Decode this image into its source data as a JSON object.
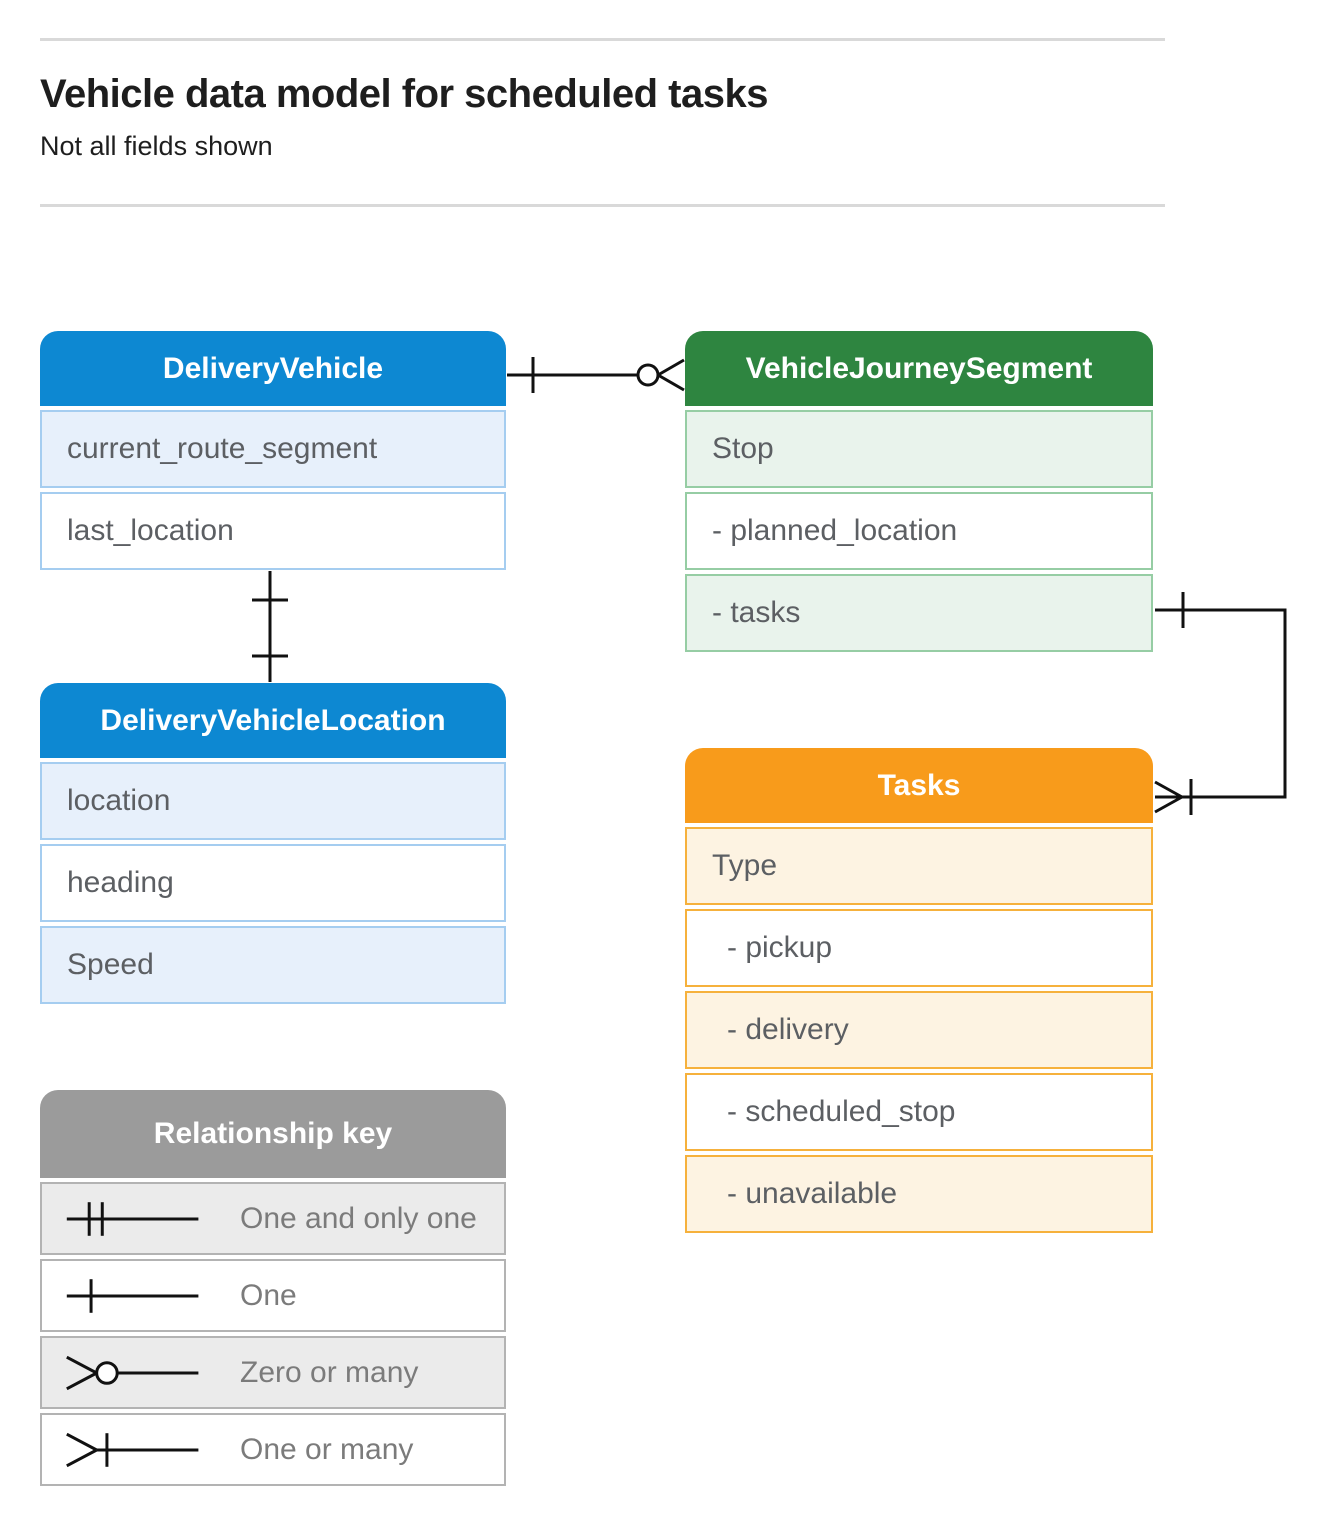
{
  "page": {
    "title": "Vehicle data model for scheduled tasks",
    "subtitle": "Not all fields shown"
  },
  "entities": {
    "delivery_vehicle": {
      "title": "DeliveryVehicle",
      "fields": [
        "current_route_segment",
        "last_location"
      ]
    },
    "vehicle_journey_segment": {
      "title": "VehicleJourneySegment",
      "fields": [
        "Stop",
        "- planned_location",
        "- tasks"
      ]
    },
    "delivery_vehicle_location": {
      "title": "DeliveryVehicleLocation",
      "fields": [
        "location",
        "heading",
        "Speed"
      ]
    },
    "tasks": {
      "title": "Tasks",
      "fields": [
        "Type",
        "- pickup",
        "- delivery",
        "- scheduled_stop",
        "- unavailable"
      ]
    }
  },
  "legend": {
    "title": "Relationship key",
    "items": [
      {
        "symbol": "one-and-only-one-icon",
        "label": "One and only one"
      },
      {
        "symbol": "one-icon",
        "label": "One"
      },
      {
        "symbol": "zero-or-many-icon",
        "label": "Zero or many"
      },
      {
        "symbol": "one-or-many-icon",
        "label": "One or many"
      }
    ]
  },
  "relationships": [
    {
      "from": "DeliveryVehicle",
      "to": "VehicleJourneySegment",
      "from_cardinality": "one",
      "to_cardinality": "zero-or-many"
    },
    {
      "from": "DeliveryVehicle",
      "to": "DeliveryVehicleLocation",
      "from_cardinality": "one",
      "to_cardinality": "one"
    },
    {
      "from": "VehicleJourneySegment.tasks",
      "to": "Tasks",
      "from_cardinality": "one",
      "to_cardinality": "one-or-many"
    }
  ],
  "colors": {
    "blue_header": "#0d88d2",
    "blue_row": "#e7f0fb",
    "blue_border": "#a5cdf0",
    "green_header": "#2e8540",
    "green_row": "#e9f3ec",
    "green_border": "#96cda4",
    "orange_header": "#f89b1b",
    "orange_row": "#fdf3e2",
    "orange_border": "#f6b13c",
    "gray_header": "#9b9b9b",
    "gray_row": "#ebebeb",
    "gray_border": "#b3b3b3"
  }
}
